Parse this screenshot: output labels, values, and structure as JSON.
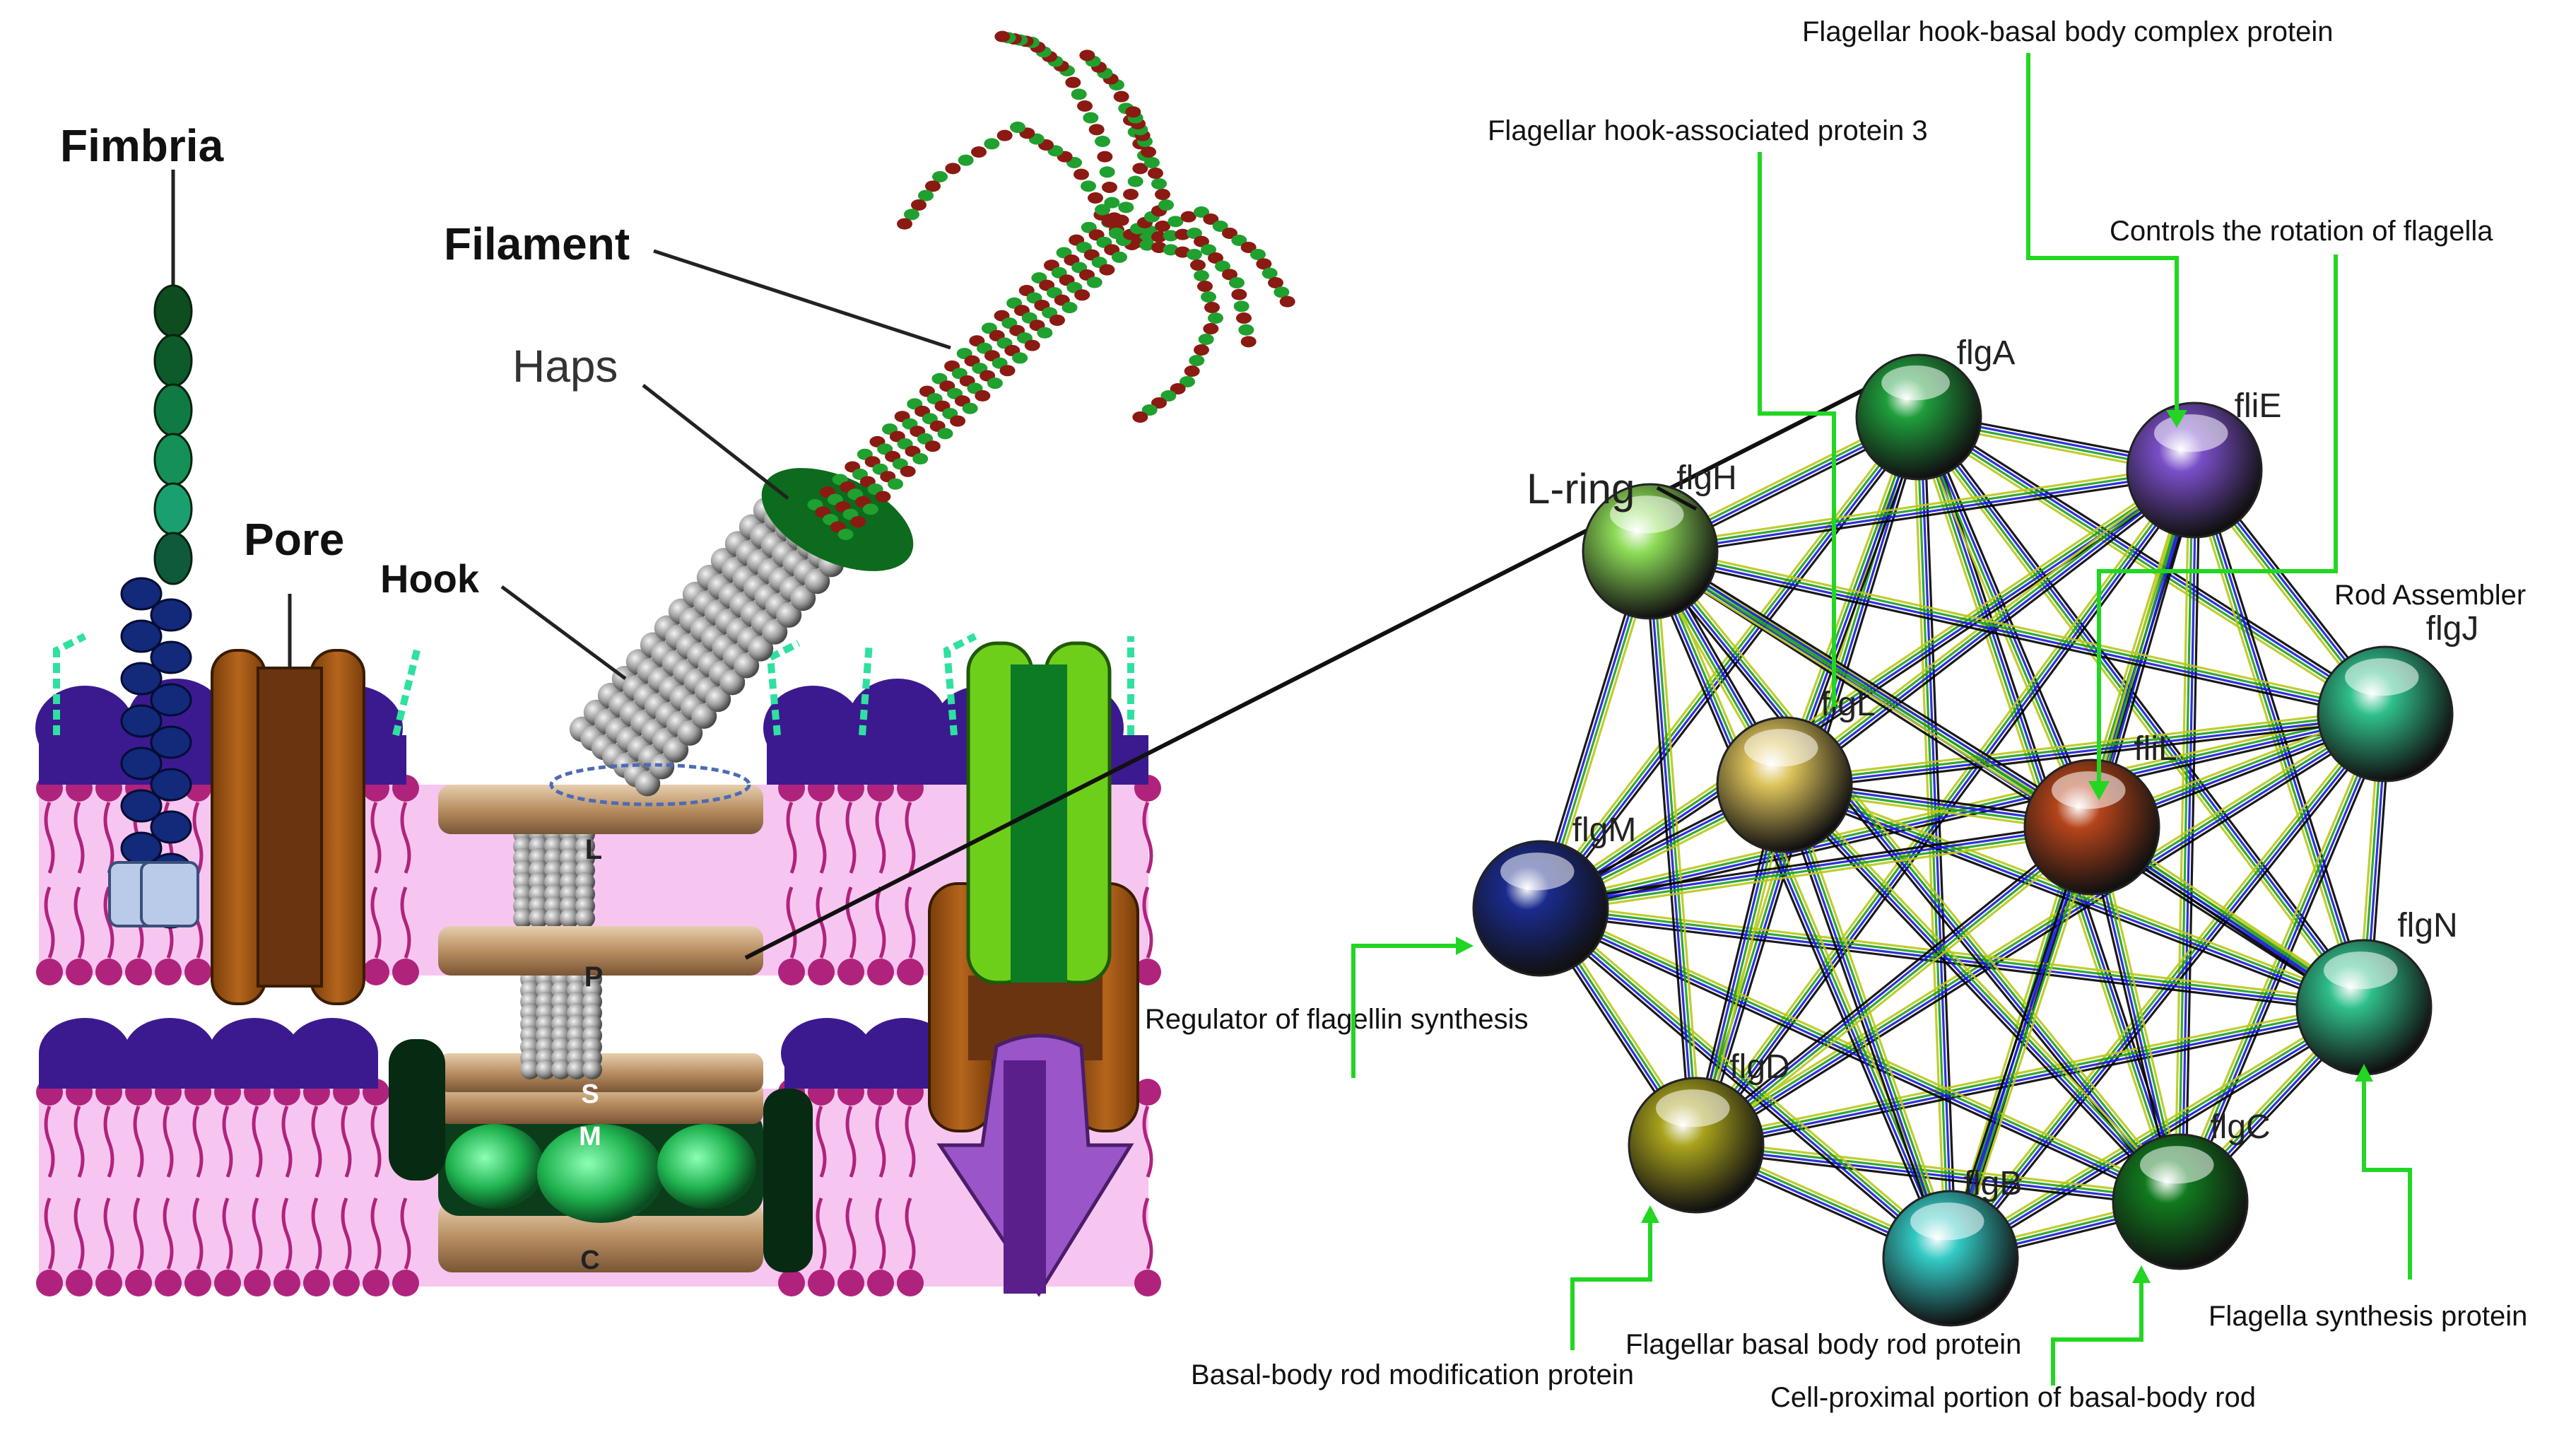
{
  "left_diagram": {
    "labels": {
      "fimbria": "Fimbria",
      "pore": "Pore",
      "filament": "Filament",
      "haps": "Haps",
      "hook": "Hook",
      "ring_l": "L",
      "ring_p": "P",
      "ring_s": "S",
      "ring_m": "M",
      "ring_c": "C"
    }
  },
  "network": {
    "l_ring_label": "L-ring",
    "nodes": [
      {
        "id": "flgA",
        "label": "flgA",
        "color": "#1f9e3c"
      },
      {
        "id": "fliE",
        "label": "fliE",
        "color": "#7a4fc8"
      },
      {
        "id": "flgJ",
        "label": "flgJ",
        "color": "#2fbf8a"
      },
      {
        "id": "flgN",
        "label": "flgN",
        "color": "#2fbf8a"
      },
      {
        "id": "flgC",
        "label": "flgC",
        "color": "#117a1e"
      },
      {
        "id": "flgB",
        "label": "flgB",
        "color": "#33c9c4"
      },
      {
        "id": "flgD",
        "label": "flgD",
        "color": "#a8a21c"
      },
      {
        "id": "flgM",
        "label": "flgM",
        "color": "#1a2b8c"
      },
      {
        "id": "flgH",
        "label": "flgH",
        "color": "#8ddc57"
      },
      {
        "id": "flgL",
        "label": "flgL",
        "color": "#dcc25a"
      },
      {
        "id": "fliL",
        "label": "fliL",
        "color": "#b4441a"
      }
    ],
    "annotations": {
      "hook_basal_complex": "Flagellar hook-basal body complex protein",
      "hook_assoc_3": "Flagellar hook-associated protein 3",
      "controls_rotation": "Controls the rotation of flagella",
      "rod_assembler": "Rod Assembler",
      "regulator": "Regulator of flagellin synthesis",
      "flagella_synthesis": "Flagella synthesis protein",
      "basal_rod_protein": "Flagellar basal body rod protein",
      "basal_rod_modification": "Basal-body rod modification protein",
      "cell_proximal": "Cell-proximal portion of basal-body rod"
    },
    "edge_colors": [
      "#000000",
      "#1a1ad8",
      "#1f9e1f",
      "#b8c81a"
    ]
  }
}
